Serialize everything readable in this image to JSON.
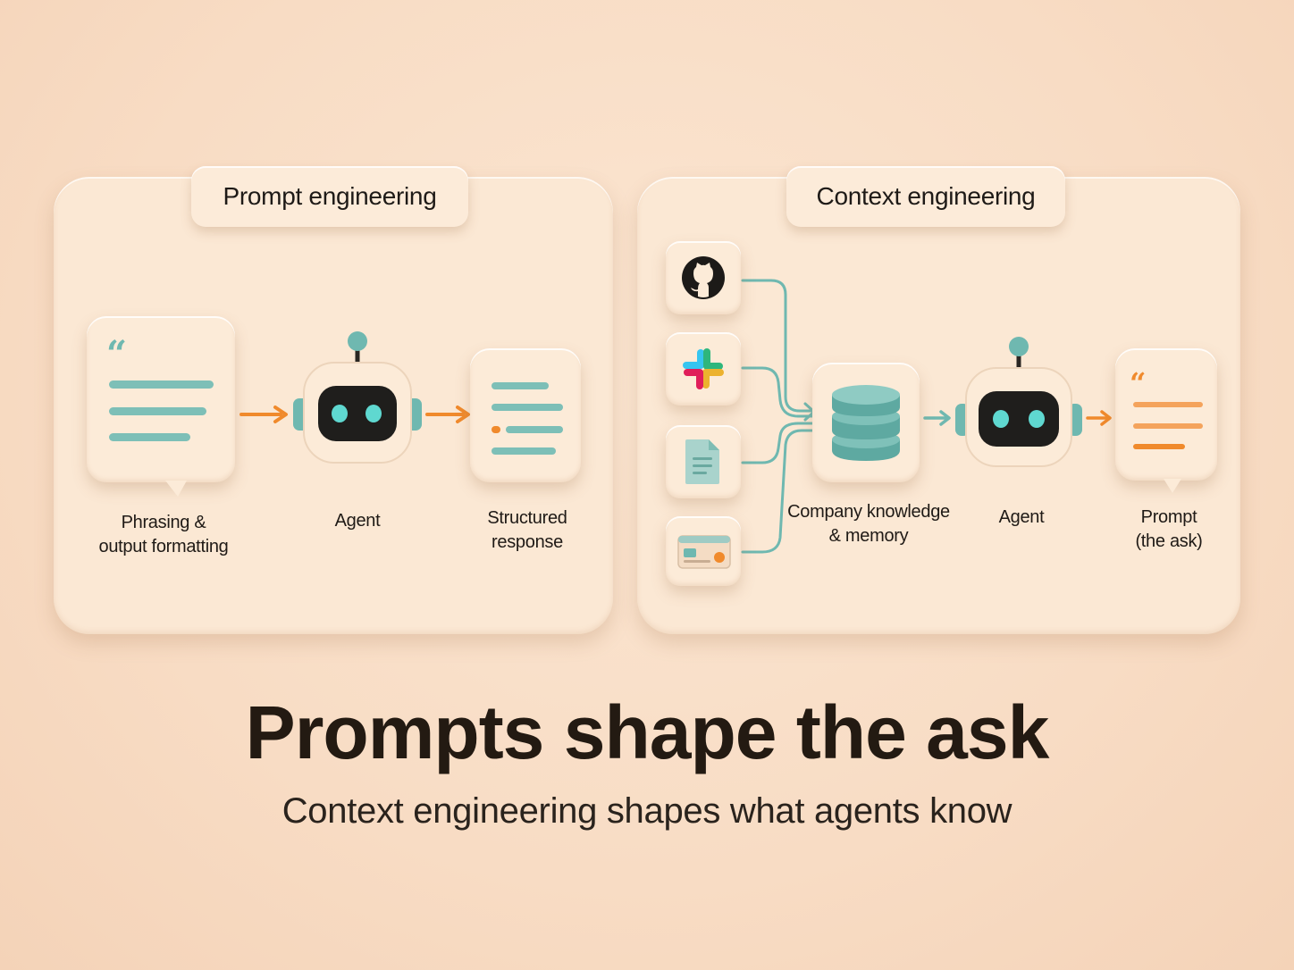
{
  "panels": {
    "prompt": {
      "title": "Prompt engineering",
      "steps": {
        "input_label": "Phrasing &\noutput formatting",
        "agent_label": "Agent",
        "output_label": "Structured\nresponse"
      }
    },
    "context": {
      "title": "Context engineering",
      "sources": [
        "github-icon",
        "slack-icon",
        "document-icon",
        "browser-card-icon"
      ],
      "steps": {
        "knowledge_label": "Company knowledge\n& memory",
        "agent_label": "Agent",
        "prompt_label": "Prompt\n(the ask)"
      }
    }
  },
  "headline": "Prompts shape the ask",
  "subline": "Context engineering shapes what agents know",
  "colors": {
    "teal": "#6fb8b0",
    "orange": "#f08a2c",
    "background": "#f8dcc4"
  }
}
